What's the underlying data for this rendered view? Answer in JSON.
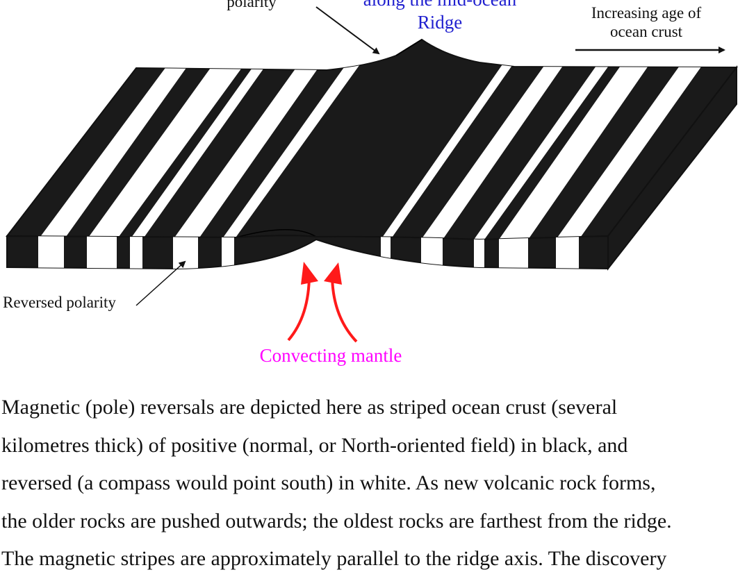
{
  "labels": {
    "normal_polarity": "polarity",
    "ridge_line1": "along the mid-ocean",
    "ridge_line2": "Ridge",
    "age_line1": "Increasing age of",
    "age_line2": "ocean crust",
    "reversed_polarity": "Reversed polarity",
    "convecting_mantle": "Convecting mantle"
  },
  "colors": {
    "normal_stripe": "#1a1a1a",
    "reversed_stripe": "#ffffff",
    "ridge_label": "#1f1fcf",
    "mantle_arrow": "#ff1a1a",
    "mantle_label": "#ff00ff",
    "text": "#111111"
  },
  "caption": {
    "lines": [
      "Magnetic (pole) reversals are depicted here as striped ocean crust (several",
      "kilometres thick) of positive (normal, or North-oriented field) in black, and",
      "reversed (a compass would point south) in white.  As new volcanic rock forms,",
      "the older rocks are pushed outwards; the oldest rocks are farthest from the ridge.",
      "The magnetic stripes are approximately parallel to the ridge axis.  The discovery"
    ]
  }
}
